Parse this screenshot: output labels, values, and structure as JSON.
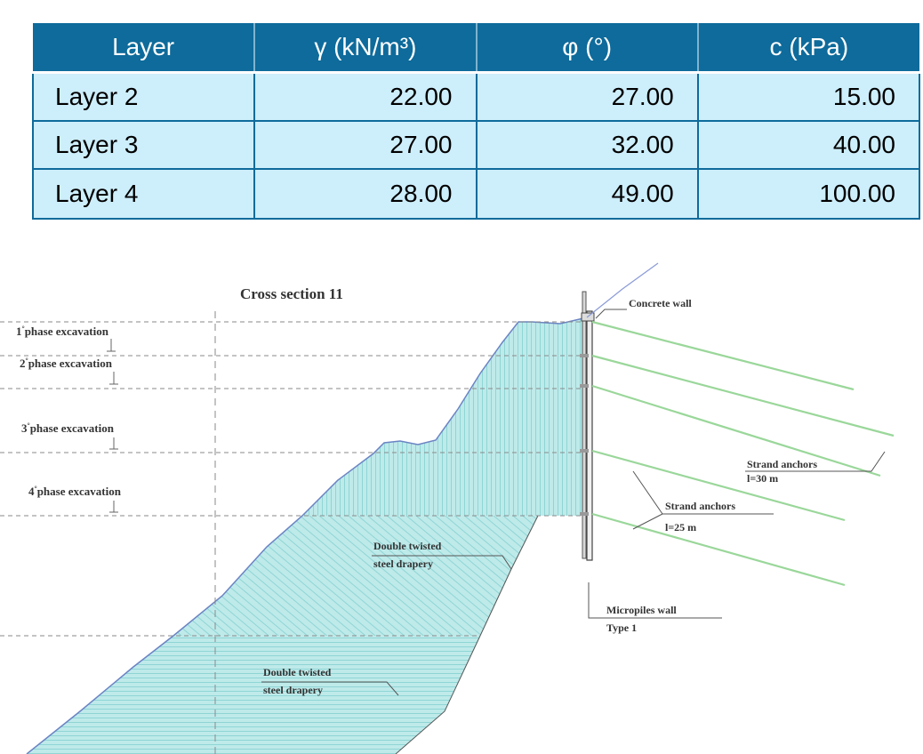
{
  "table": {
    "headers": [
      "Layer",
      "γ (kN/m³)",
      "φ (°)",
      "c (kPa)"
    ],
    "rows": [
      [
        "Layer 2",
        "22.00",
        "27.00",
        "15.00"
      ],
      [
        "Layer 3",
        "27.00",
        "32.00",
        "40.00"
      ],
      [
        "Layer 4",
        "28.00",
        "49.00",
        "100.00"
      ]
    ]
  },
  "diagram": {
    "title": "Cross section 11",
    "phases": [
      {
        "num": "1",
        "sup": "°",
        "text": "phase excavation"
      },
      {
        "num": "2",
        "sup": "°",
        "text": "phase excavation"
      },
      {
        "num": "3",
        "sup": "°",
        "text": "phase excavation"
      },
      {
        "num": "4",
        "sup": "°",
        "text": "phase excavation"
      }
    ],
    "labels": {
      "concrete_wall": "Concrete wall",
      "anchors_30_line1": "Strand anchors",
      "anchors_30_line2": "l=30 m",
      "anchors_25_line1": "Strand anchors",
      "anchors_25_line2": "l=25 m",
      "drapery_upper_line1": "Double twisted",
      "drapery_upper_line2": "steel drapery",
      "drapery_lower_line1": "Double twisted",
      "drapery_lower_line2": "steel drapery",
      "micropiles_line1": "Micropiles wall",
      "micropiles_line2": "Type 1"
    },
    "colors": {
      "slope_fill": "#bfeaea",
      "slope_line": "#6b84c4",
      "hatch": "#7fcfcf",
      "anchor": "#8fd48f",
      "text": "#333333"
    }
  }
}
